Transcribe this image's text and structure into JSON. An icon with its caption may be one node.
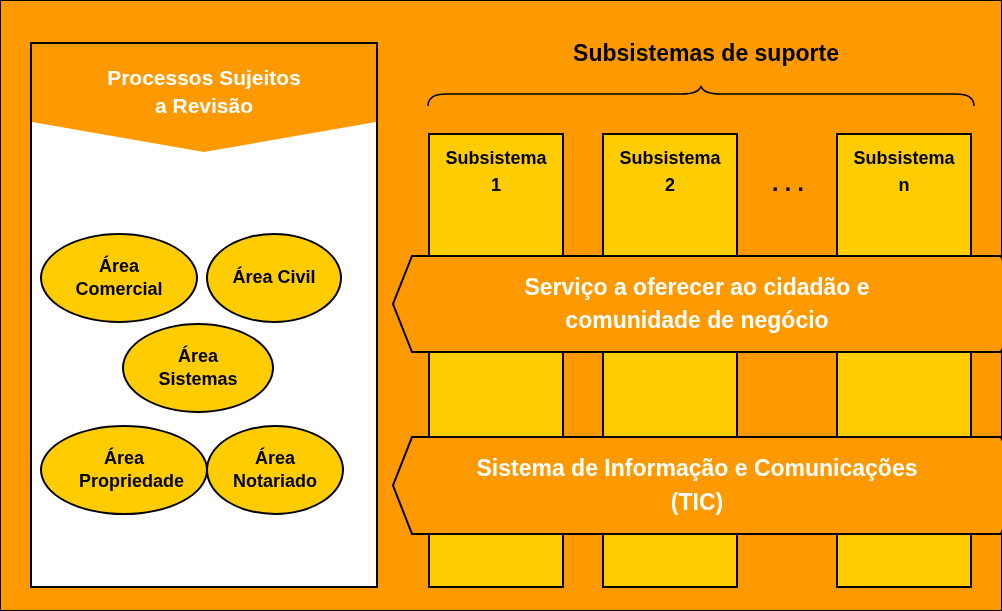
{
  "diagram": {
    "nodes": [
      {
        "text": [
          "Processos Sujeitos a Revisão"
        ]
      },
      {
        "text": [
          "Área Comercial"
        ],
        "in": 0
      },
      {
        "text": [
          "Área Civil"
        ],
        "in": 0
      },
      {
        "text": [
          "Área Sistemas"
        ],
        "in": 0
      },
      {
        "text": [
          "Área Propriedade"
        ],
        "in": 0
      },
      {
        "text": [
          "Área Notariado"
        ],
        "in": 0
      },
      {
        "text": [
          "Subsistema 1"
        ]
      },
      {
        "text": [
          "Subsistema 2"
        ]
      },
      {
        "text": [
          "Subsistema n"
        ]
      },
      {
        "text": [
          "Serviço a oferecer ao cidadão e comunidade de negócio"
        ]
      },
      {
        "text": [
          "Sistema de Informação e Comunicações (TIC)"
        ]
      }
    ],
    "edges": [],
    "labels": [
      "Subsistemas de suporte",
      ". . ."
    ]
  }
}
